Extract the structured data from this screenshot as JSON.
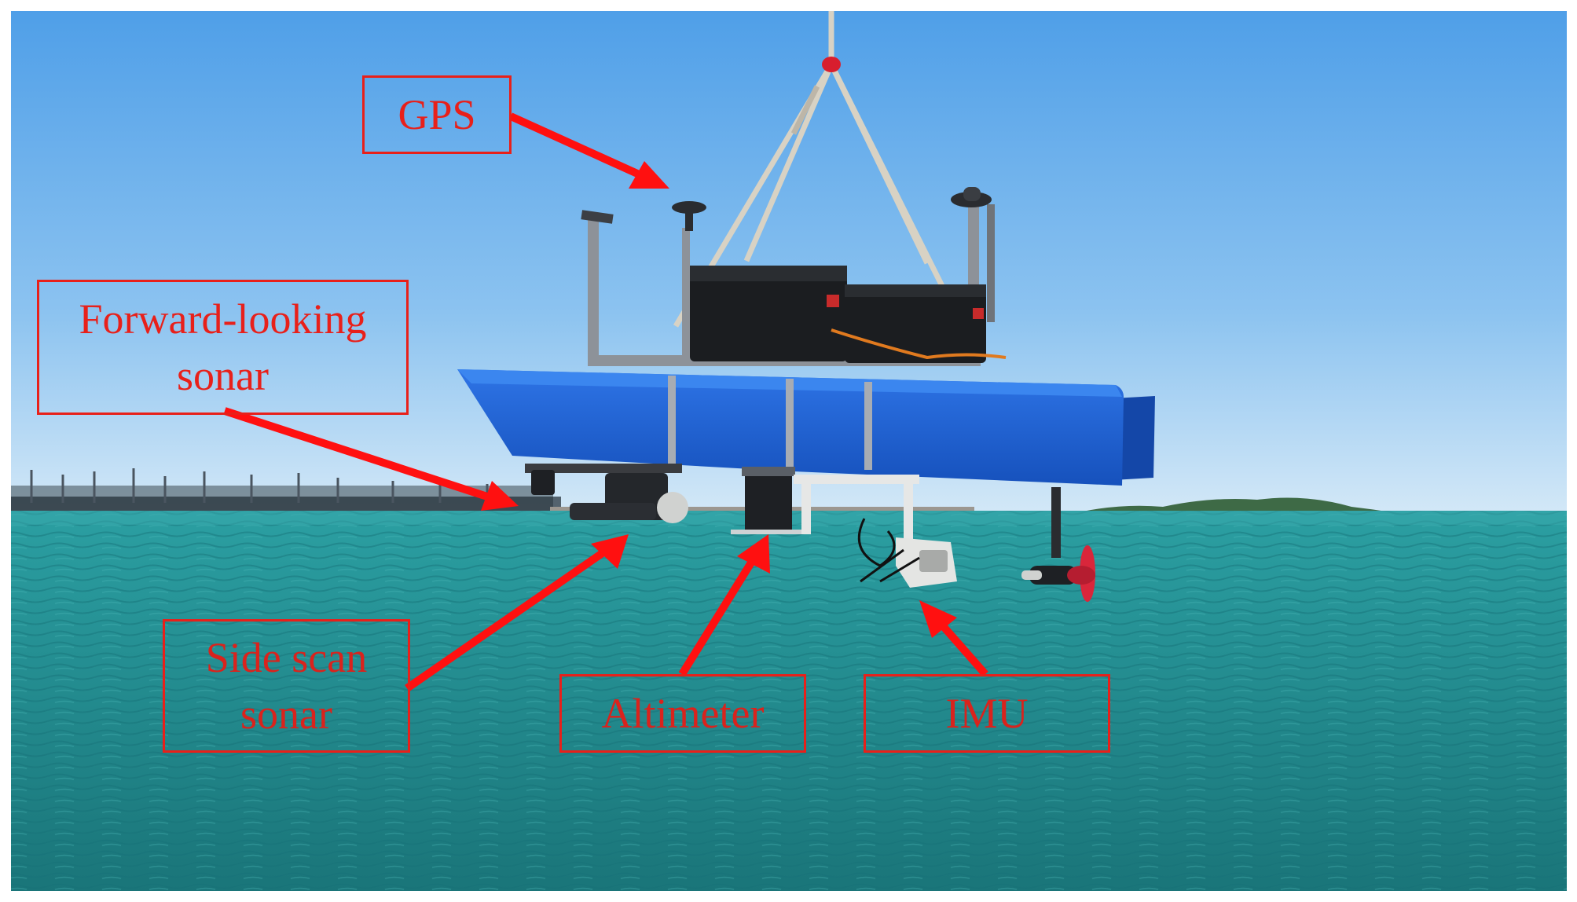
{
  "figure": {
    "annotation_color": "#e8201a",
    "labels": {
      "gps": "GPS",
      "forward_sonar_line1": "Forward-looking",
      "forward_sonar_line2": "sonar",
      "side_scan_line1": "Side scan",
      "side_scan_line2": "sonar",
      "altimeter": "Altimeter",
      "imu": "IMU"
    },
    "colors": {
      "sky_top": "#5aa6ea",
      "sky_bottom": "#cfe6f7",
      "sea_top": "#2a9a9c",
      "sea_bottom": "#1e7c80",
      "hull": "#1f63d6",
      "hull_dark": "#1447a8",
      "frame": "#8a8f96",
      "case": "#1b1d20",
      "sling": "#d9d4c8",
      "propeller": "#d9263b",
      "hills": "#3f6a45",
      "pier": "#9c9790"
    },
    "icons": [
      "gps-antenna-icon",
      "propeller-icon"
    ]
  }
}
